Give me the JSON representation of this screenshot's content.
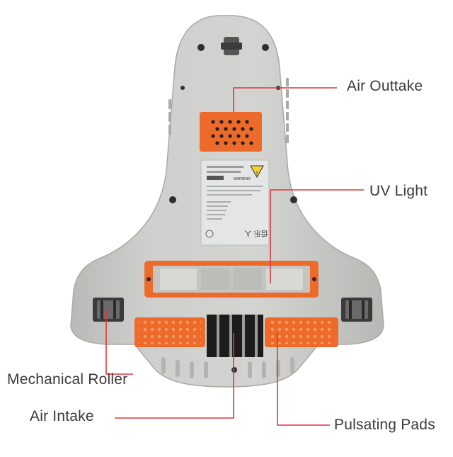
{
  "colors": {
    "body_grey": "#c8c9c6",
    "body_edge": "#b5b6b2",
    "accent_orange": "#ee6a2a",
    "leader_red": "#e0373a",
    "label_text": "#3a3a3a",
    "plate": "#e4e6e6"
  },
  "labels": {
    "air_outtake": "Air Outtake",
    "uv_light": "UV Light",
    "mechanical_roller": "Mechanical Roller",
    "air_intake": "Air Intake",
    "pulsating_pads": "Pulsating Pads"
  },
  "rating_plate": {
    "warning_badge": "WARNING",
    "brand_text": "倍乐  人"
  }
}
